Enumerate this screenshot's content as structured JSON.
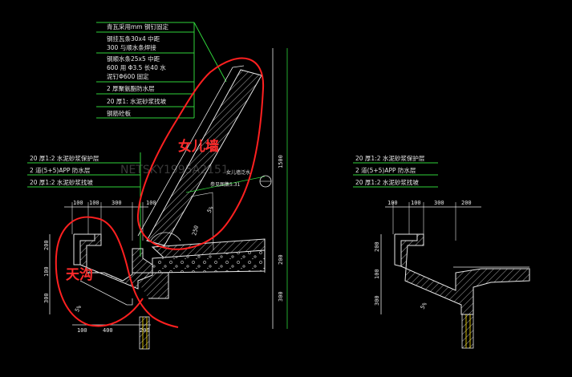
{
  "drawing": {
    "left_callout_lines": [
      "青瓦采用mm  钢钉固定",
      "钢挂瓦条30x4  中距",
      "300  与顺水条焊接",
      "钢顺水条25x5  中距",
      "600  用 Φ3.5  长40 水",
      "泥钉Φ600  固定",
      "2 厚聚氨酯防水层",
      "20 厚1:  水泥砂浆找坡",
      "钢筋砼板"
    ],
    "left_small_callout": [
      "20 厚1:2  水泥砂浆保护层",
      "2 道(5+5)APP   防水层",
      "20 厚1:2  水泥砂浆找坡"
    ],
    "right_small_callout": [
      "20 厚1:2  水泥砂浆保护层",
      "2 道(5+5)APP   防水层",
      "20 厚1:2  水泥砂浆找坡"
    ],
    "annotations": {
      "wall_note_1": "女儿墙泛水",
      "wall_note_2": "参见图集5.31",
      "left_dims_top": [
        "100",
        "100",
        "300",
        "100"
      ],
      "left_dims_bottom": [
        "100",
        "400",
        "200"
      ],
      "left_vertical_dims": [
        "200",
        "100",
        "300"
      ],
      "wall_vertical_dims": [
        "1500",
        "200",
        "300"
      ],
      "slope_mark": "5%",
      "small_slope_mark": "5%",
      "diag_dim": "250",
      "right_dims_top": [
        "100",
        "100",
        "300",
        "200"
      ],
      "right_vertical_dims": [
        "200",
        "100",
        "300"
      ],
      "right_slope_mark": "5%"
    },
    "watermark": "NETSKY1995A2151",
    "red_labels": {
      "parapet": "女儿墙",
      "gutter": "天沟"
    }
  },
  "colors": {
    "background": "#000000",
    "lines": "#e6e6e6",
    "leader_green": "#2fd23a",
    "red_marker": "#ff2020"
  }
}
